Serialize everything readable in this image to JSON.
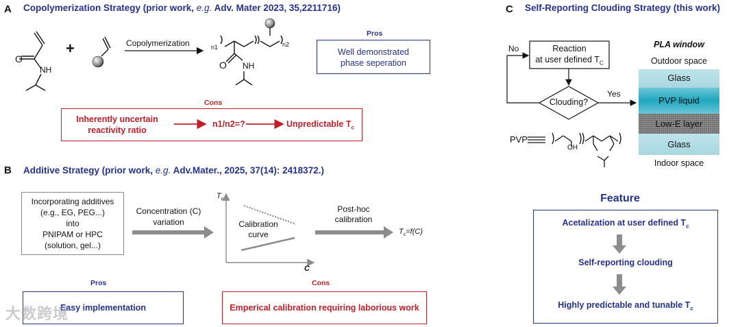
{
  "panelA": {
    "letter": "A",
    "heading_pre": "Copolymerization Strategy (prior work, ",
    "heading_eg": "e.g.",
    "heading_post": " Adv. Mater 2023, 35,2211716)",
    "plus": "+",
    "arrow_label": "Copolymerization",
    "mol_nh": "NH",
    "mol_o": "O",
    "n1": "n1",
    "n2": "n2",
    "pros_label": "Pros",
    "pros_text_1": "Well demonstrated",
    "pros_text_2": "phase seperation",
    "cons_label": "Cons",
    "cons_text_1": "Inherently uncertain",
    "cons_text_2": "reactivity ratio",
    "cons_mid": "n1/n2=?",
    "cons_end": "Unpredictable T",
    "cons_end_sub": "c"
  },
  "panelB": {
    "letter": "B",
    "heading_pre": "Additive Strategy (prior work, ",
    "heading_eg": "e.g.",
    "heading_post": " Adv.Mater., 2025, 37(14): 2418372.)",
    "box_lines": [
      "Incorporating additives",
      "(e.g., EG, PEG...)",
      "into",
      "PNIPAM or HPC",
      "(solution, gel...)"
    ],
    "arrow1_line1": "Concentration (C)",
    "arrow1_line2": "variation",
    "tc_axis": "T",
    "tc_axis_sub": "c",
    "c_axis": "C",
    "calib_1": "Calibration",
    "calib_2": "curve",
    "arrow2_line1": "Post-hoc",
    "arrow2_line2": "calibration",
    "result": "T",
    "result_sub": "c",
    "result_post": "=f(C)",
    "pros_label": "Pros",
    "pros_text": "Easy implementation",
    "cons_label": "Cons",
    "cons_text": "Emperical calibration requiring laborious work"
  },
  "panelC": {
    "letter": "C",
    "heading": "Self-Reporting Clouding Strategy (this work)",
    "no": "No",
    "yes": "Yes",
    "reaction_1": "Reaction",
    "reaction_2": "at user defined T",
    "reaction_sub": "C",
    "clouding": "Clouding?",
    "pvp": "PVP",
    "oh": "OH",
    "pla_title": "PLA window",
    "outdoor": "Outdoor space",
    "indoor": "Indoor space",
    "layers": [
      "Glass",
      "PVP liquid",
      "Low-E layer",
      "Glass"
    ],
    "feature_title": "Feature",
    "feature_1": "Acetalization at user defined T",
    "feature_1_sub": "c",
    "feature_2": "Self-reporting clouding",
    "feature_3": "Highly predictable and tunable T",
    "feature_3_sub": "c"
  },
  "watermark": "大数跨境",
  "colors": {
    "blue": "#25318a",
    "red": "#c0202a",
    "arrow_grey": "#8c8c8c"
  }
}
